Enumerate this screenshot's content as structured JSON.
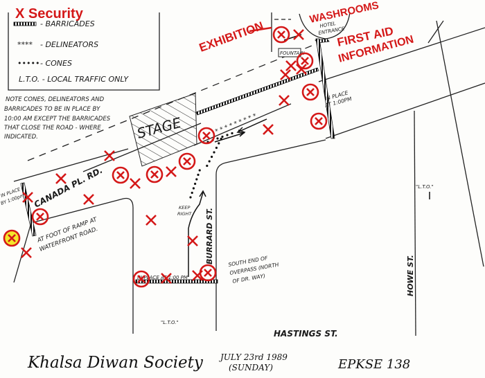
{
  "legend": {
    "security": "X  Security",
    "barricades": "- BARRICADES",
    "delineators": "- DELINEATORS",
    "cones": "- CONES",
    "lto": "L.T.O. - LOCAL TRAFFIC ONLY"
  },
  "note": [
    "NOTE CONES, DELINEATORS AND",
    "BARRICADES TO BE IN PLACE BY",
    "10:00 AM  EXCEPT THE BARRICADES",
    "THAT CLOSE THE ROAD - WHERE",
    "INDICATED."
  ],
  "labels": {
    "stage": "STAGE",
    "exhibition": "EXHIBITION",
    "washrooms": "WASHROOMS",
    "hotel_entrance": [
      "HOTEL",
      "ENTRANCE"
    ],
    "fountain": "FOUNTAIN",
    "first_aid": "FIRST AID",
    "information": "INFORMATION",
    "in_place_top": [
      "IN PLACE",
      "AT 1:00PM"
    ],
    "canada_pl_rd": "CANADA PL. RD.",
    "in_place_left": [
      "IN PLACE",
      "BY 1:00pm"
    ],
    "ramp_note": [
      "AT FOOT OF RAMP AT",
      "WATERFRONT ROAD."
    ],
    "keep_right": [
      "KEEP",
      "RIGHT"
    ],
    "burrard": "BURRARD ST.",
    "in_place_bottom": "IN PLACE AT 1:00 PM",
    "overpass_note": [
      "SOUTH END OF",
      "OVERPASS (NORTH",
      "OF DR. WAY)"
    ],
    "lto_right": "\"L.T.O.\"",
    "lto_bottom": "\"L.T.O.\"",
    "howe": "HOWE ST.",
    "hastings": "HASTINGS ST."
  },
  "footer": {
    "society": "Khalsa Diwan Society",
    "date": "JULY 23rd 1989",
    "day": "(SUNDAY)",
    "code": "EPKSE 138"
  },
  "colors": {
    "ink": "#1a1a1a",
    "security_red": "#d41818",
    "highlight": "#f5e62a"
  }
}
